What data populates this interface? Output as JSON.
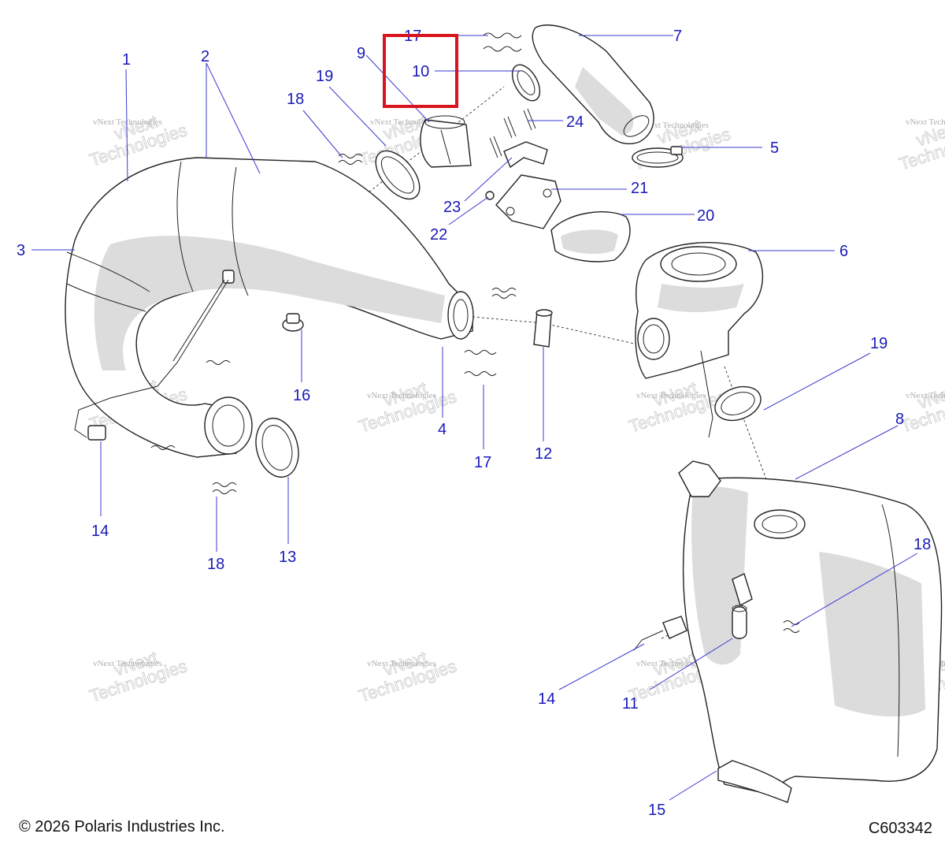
{
  "callouts": {
    "c1": "1",
    "c2": "2",
    "c3": "3",
    "c4": "4",
    "c5": "5",
    "c6": "6",
    "c7": "7",
    "c8": "8",
    "c9": "9",
    "c10": "10",
    "c11": "11",
    "c12": "12",
    "c13": "13",
    "c14a": "14",
    "c14b": "14",
    "c15": "15",
    "c16": "16",
    "c17a": "17",
    "c17b": "17",
    "c18a": "18",
    "c18b": "18",
    "c18c": "18",
    "c19a": "19",
    "c19b": "19",
    "c20": "20",
    "c21": "21",
    "c22": "22",
    "c23": "23",
    "c24": "24"
  },
  "watermark": {
    "line1": "vNext",
    "line2": "Technologies",
    "small": "vNext Technologies"
  },
  "footer": {
    "copyright": "© 2026 Polaris Industries Inc.",
    "drawing_code": "C603342"
  },
  "highlight": {
    "color": "#d9141c",
    "target_callout": "10"
  },
  "colors": {
    "callout": "#1a1ab8",
    "part_shade": "#dcdcdc"
  }
}
